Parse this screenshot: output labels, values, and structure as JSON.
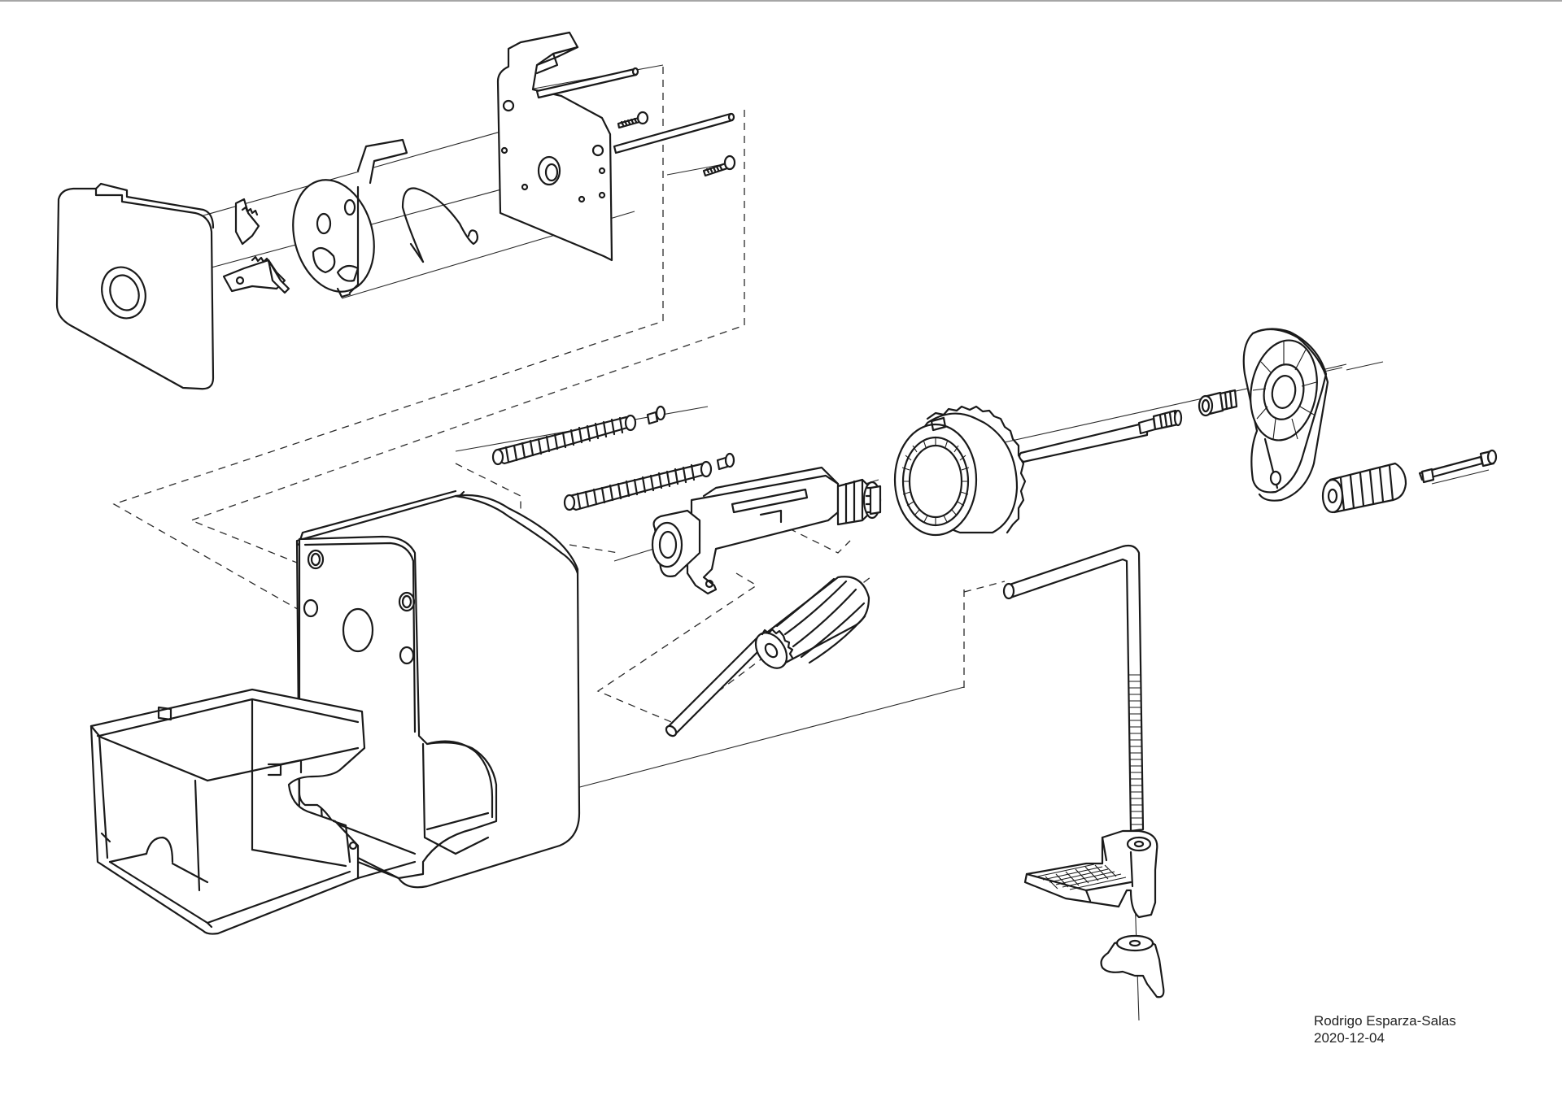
{
  "credit": {
    "author": "Rodrigo Esparza-Salas",
    "date": "2020-12-04"
  },
  "diagram": {
    "type": "exploded-view technical drawing",
    "line_color": "#1a1a1a",
    "background_color": "#ffffff"
  }
}
